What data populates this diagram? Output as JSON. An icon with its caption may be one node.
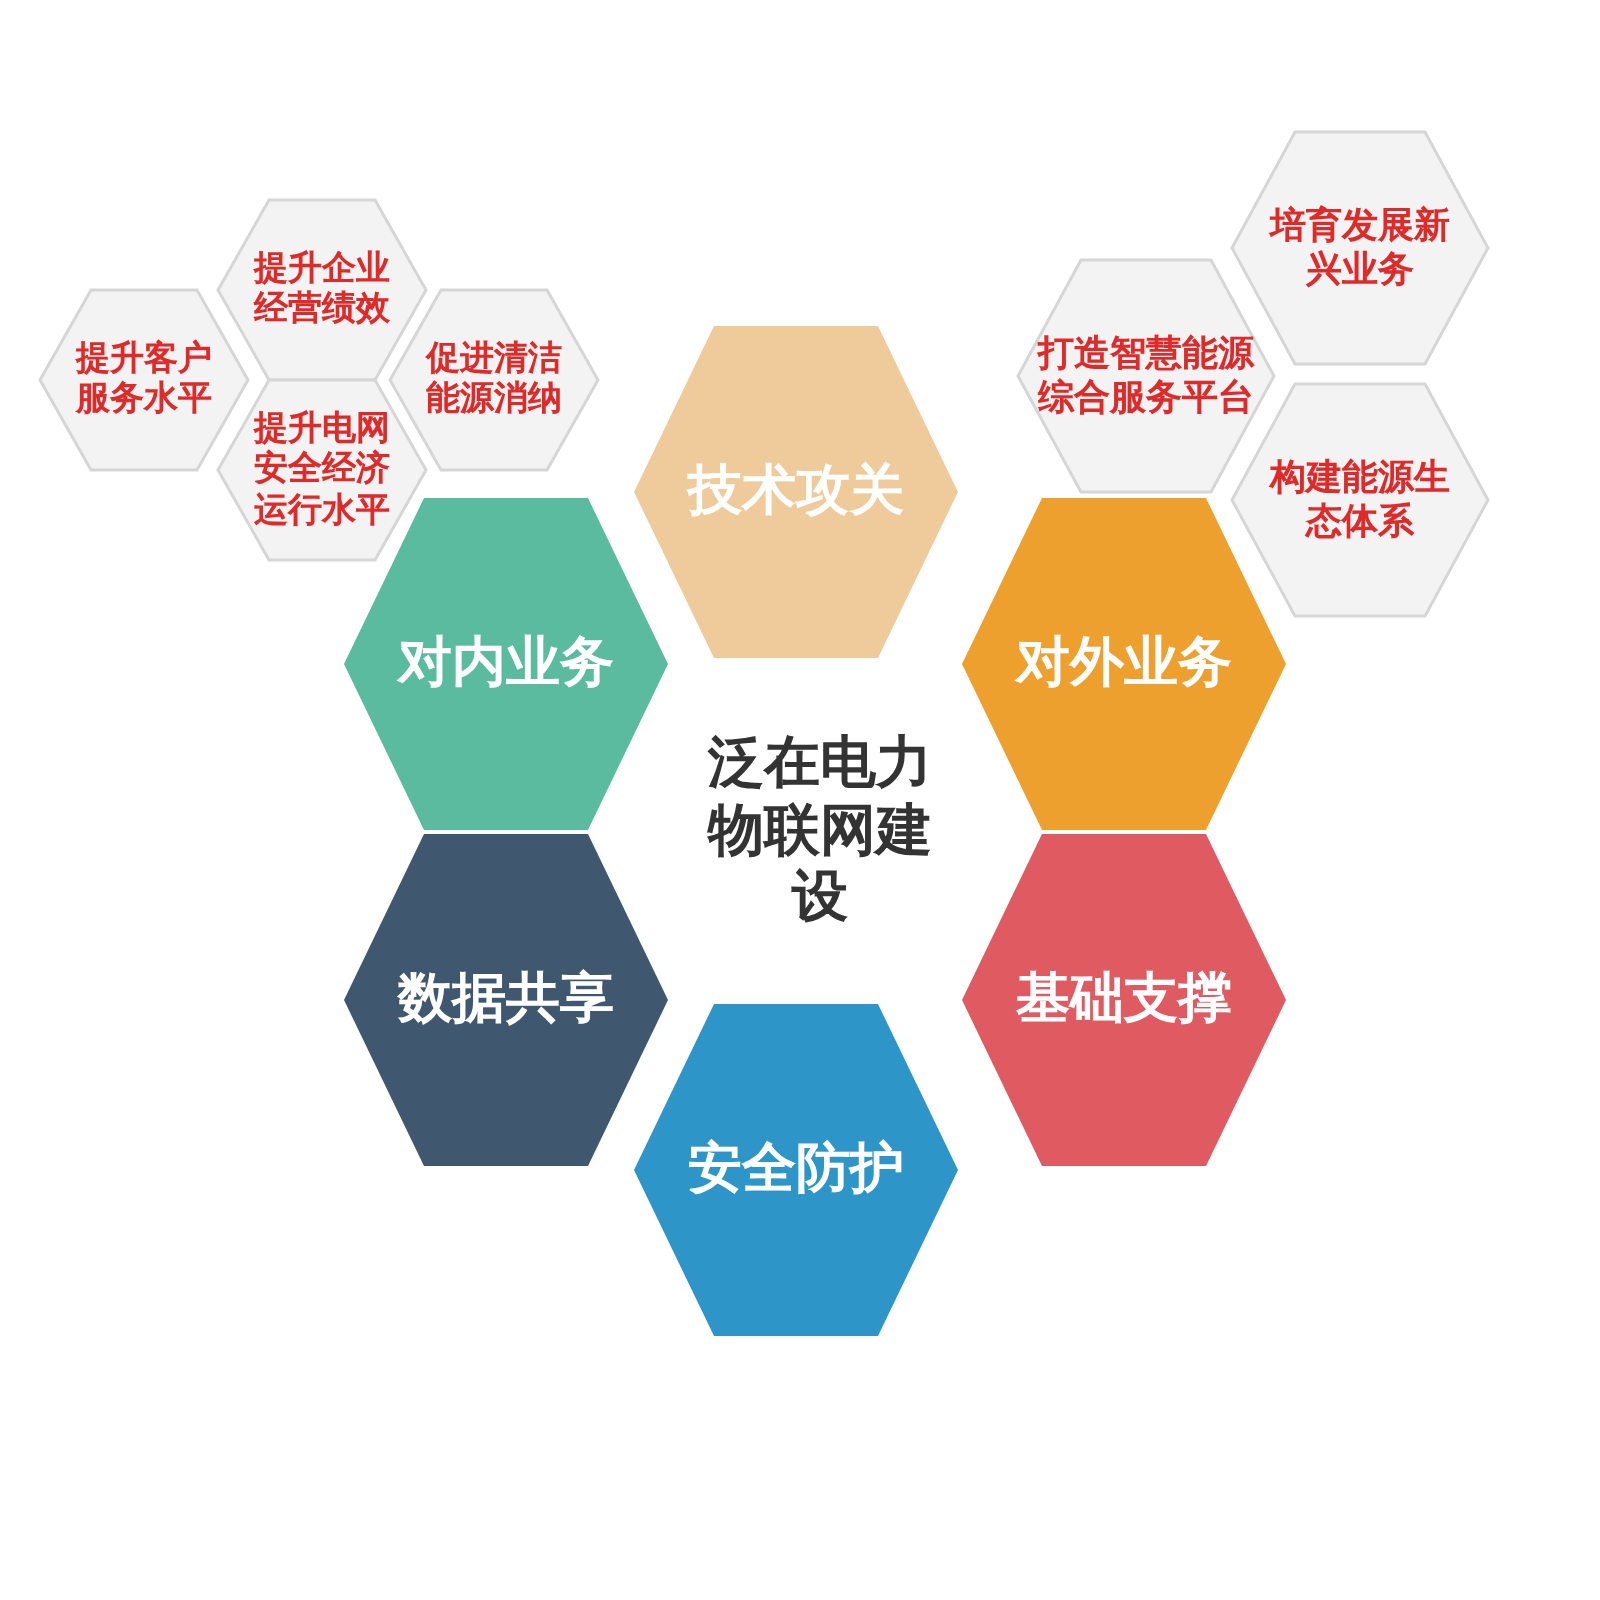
{
  "diagram": {
    "nodes": [
      {
        "text": [
          "泛在电力物联网建设"
        ]
      },
      {
        "text": [
          "技术攻关"
        ]
      },
      {
        "text": [
          "对内业务"
        ]
      },
      {
        "text": [
          "对外业务"
        ]
      },
      {
        "text": [
          "数据共享"
        ]
      },
      {
        "text": [
          "基础支撑"
        ]
      },
      {
        "text": [
          "安全防护"
        ]
      },
      {
        "text": [
          "提升企业经营绩效"
        ]
      },
      {
        "text": [
          "提升客户服务水平"
        ]
      },
      {
        "text": [
          "促进清洁能源消纳"
        ]
      },
      {
        "text": [
          "提升电网安全经济运行水平"
        ]
      },
      {
        "text": [
          "培育发展新兴业务"
        ]
      },
      {
        "text": [
          "打造智慧能源综合服务平台"
        ]
      },
      {
        "text": [
          "构建能源生态体系"
        ]
      }
    ]
  }
}
